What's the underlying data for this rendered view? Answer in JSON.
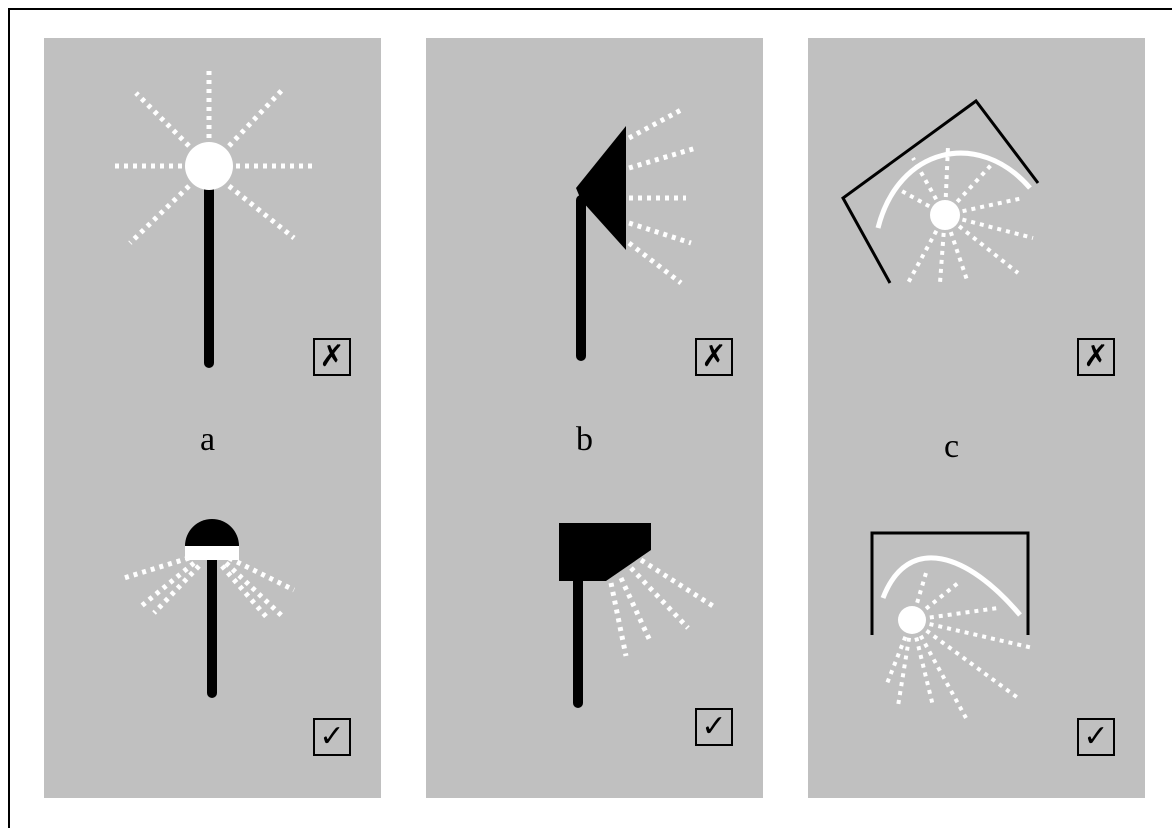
{
  "panels": [
    {
      "id": "a",
      "label": "a",
      "top_mark": "✗",
      "bottom_mark": "✓"
    },
    {
      "id": "b",
      "label": "b",
      "top_mark": "✗",
      "bottom_mark": "✓"
    },
    {
      "id": "c",
      "label": "c",
      "top_mark": "✗",
      "bottom_mark": "✓"
    }
  ],
  "colors": {
    "panel_bg": "#c0c0c0",
    "fixture": "#000000",
    "light": "#ffffff"
  }
}
